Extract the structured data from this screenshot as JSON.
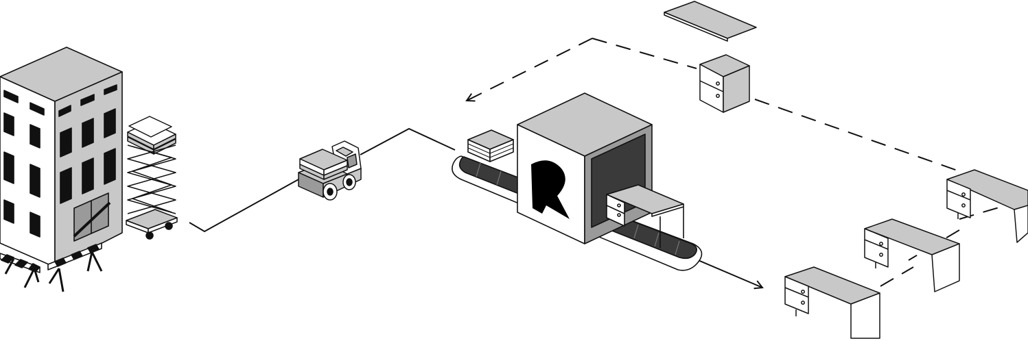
{
  "diagram": {
    "description_hidden": "",
    "stages": [
      {
        "id": "building",
        "icon": "building-under-construction-icon"
      },
      {
        "id": "scissor-lift",
        "icon": "scissor-lift-with-sheets-icon"
      },
      {
        "id": "delivery-truck",
        "icon": "delivery-truck-icon"
      },
      {
        "id": "processing-machine",
        "icon": "logo-machine-conveyor-icon"
      },
      {
        "id": "desk-1",
        "icon": "desk-icon"
      },
      {
        "id": "desk-2",
        "icon": "desk-icon"
      },
      {
        "id": "desk-3",
        "icon": "desk-icon"
      },
      {
        "id": "cabinet",
        "icon": "drawer-cabinet-icon"
      },
      {
        "id": "panel",
        "icon": "flat-panel-icon"
      }
    ],
    "colors": {
      "stroke": "#111111",
      "face_light": "#ffffff",
      "face_mid": "#c8c8c8",
      "face_dark": "#9a9a9a",
      "belt": "#3a3a3a",
      "logo": "#000000"
    }
  }
}
